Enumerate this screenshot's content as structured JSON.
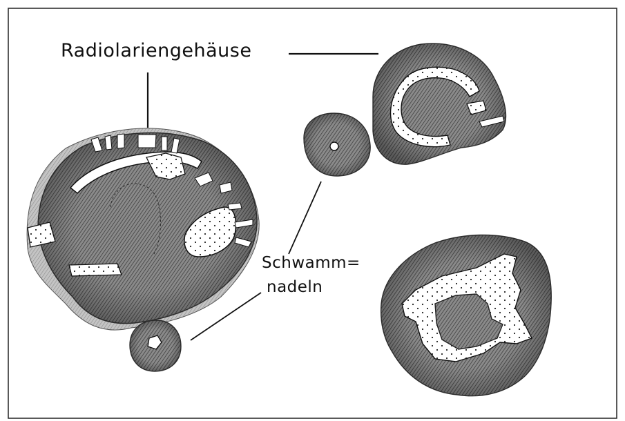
{
  "labels": {
    "radiolarian_shells": "Radiolariengehäuse",
    "sponge_spicules_line1": "Schwamm=",
    "sponge_spicules_line2": "nadeln"
  },
  "colors": {
    "ink": "#111111",
    "matrix_shading": "#7a7a7a",
    "dark_shading": "#4a4a4a",
    "light_shading": "#b5b5b5",
    "paper": "#ffffff"
  },
  "icons": {
    "stipple": "dotted-fill",
    "hatch": "diagonal-hatch"
  }
}
